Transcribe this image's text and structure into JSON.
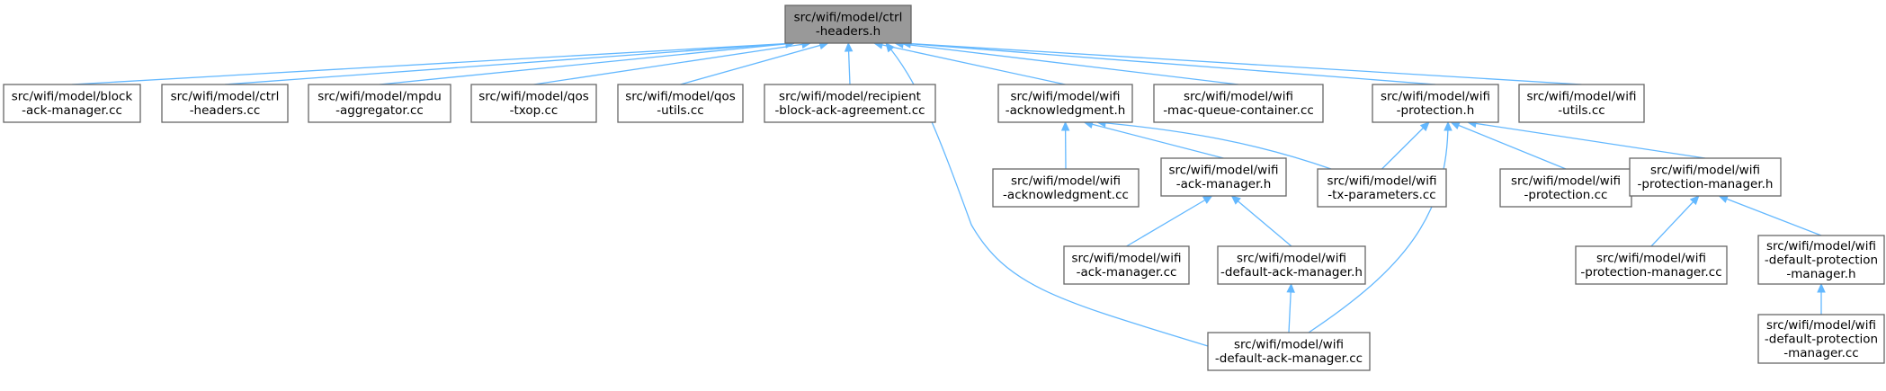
{
  "nodes": [
    {
      "id": "root",
      "lines": [
        "src/wifi/model/ctrl",
        "-headers.h"
      ]
    },
    {
      "id": "n1",
      "lines": [
        "src/wifi/model/block",
        "-ack-manager.cc"
      ]
    },
    {
      "id": "n2",
      "lines": [
        "src/wifi/model/ctrl",
        "-headers.cc"
      ]
    },
    {
      "id": "n3",
      "lines": [
        "src/wifi/model/mpdu",
        "-aggregator.cc"
      ]
    },
    {
      "id": "n4",
      "lines": [
        "src/wifi/model/qos",
        "-txop.cc"
      ]
    },
    {
      "id": "n5",
      "lines": [
        "src/wifi/model/qos",
        "-utils.cc"
      ]
    },
    {
      "id": "n6",
      "lines": [
        "src/wifi/model/recipient",
        "-block-ack-agreement.cc"
      ]
    },
    {
      "id": "n7",
      "lines": [
        "src/wifi/model/wifi",
        "-acknowledgment.h"
      ]
    },
    {
      "id": "n8",
      "lines": [
        "src/wifi/model/wifi",
        "-mac-queue-container.cc"
      ]
    },
    {
      "id": "n9",
      "lines": [
        "src/wifi/model/wifi",
        "-protection.h"
      ]
    },
    {
      "id": "n10",
      "lines": [
        "src/wifi/model/wifi",
        "-utils.cc"
      ]
    },
    {
      "id": "n11",
      "lines": [
        "src/wifi/model/wifi",
        "-acknowledgment.cc"
      ]
    },
    {
      "id": "n12",
      "lines": [
        "src/wifi/model/wifi",
        "-ack-manager.h"
      ]
    },
    {
      "id": "n13",
      "lines": [
        "src/wifi/model/wifi",
        "-tx-parameters.cc"
      ]
    },
    {
      "id": "n14",
      "lines": [
        "src/wifi/model/wifi",
        "-protection.cc"
      ]
    },
    {
      "id": "n15",
      "lines": [
        "src/wifi/model/wifi",
        "-protection-manager.h"
      ]
    },
    {
      "id": "n16",
      "lines": [
        "src/wifi/model/wifi",
        "-ack-manager.cc"
      ]
    },
    {
      "id": "n17",
      "lines": [
        "src/wifi/model/wifi",
        "-default-ack-manager.h"
      ]
    },
    {
      "id": "n18",
      "lines": [
        "src/wifi/model/wifi",
        "-protection-manager.cc"
      ]
    },
    {
      "id": "n19",
      "lines": [
        "src/wifi/model/wifi",
        "-default-protection",
        "-manager.h"
      ]
    },
    {
      "id": "n20",
      "lines": [
        "src/wifi/model/wifi",
        "-default-ack-manager.cc"
      ]
    },
    {
      "id": "n21",
      "lines": [
        "src/wifi/model/wifi",
        "-default-protection",
        "-manager.cc"
      ]
    }
  ],
  "edges": [
    {
      "from": "n1",
      "to": "root"
    },
    {
      "from": "n2",
      "to": "root"
    },
    {
      "from": "n3",
      "to": "root"
    },
    {
      "from": "n4",
      "to": "root"
    },
    {
      "from": "n5",
      "to": "root"
    },
    {
      "from": "n6",
      "to": "root"
    },
    {
      "from": "n7",
      "to": "root"
    },
    {
      "from": "n8",
      "to": "root"
    },
    {
      "from": "n9",
      "to": "root"
    },
    {
      "from": "n10",
      "to": "root"
    },
    {
      "from": "n20",
      "to": "root"
    },
    {
      "from": "n11",
      "to": "n7"
    },
    {
      "from": "n12",
      "to": "n7"
    },
    {
      "from": "n13",
      "to": "n7"
    },
    {
      "from": "n13",
      "to": "n9"
    },
    {
      "from": "n14",
      "to": "n9"
    },
    {
      "from": "n15",
      "to": "n9"
    },
    {
      "from": "n20",
      "to": "n9"
    },
    {
      "from": "n16",
      "to": "n12"
    },
    {
      "from": "n17",
      "to": "n12"
    },
    {
      "from": "n20",
      "to": "n17"
    },
    {
      "from": "n18",
      "to": "n15"
    },
    {
      "from": "n19",
      "to": "n15"
    },
    {
      "from": "n21",
      "to": "n19"
    }
  ]
}
